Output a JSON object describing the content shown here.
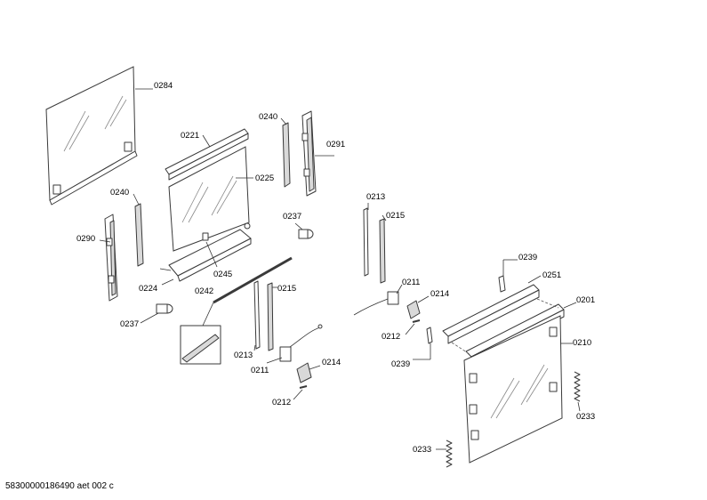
{
  "document_code": "58300000186490 aet 002 c",
  "labels": {
    "l0284": "0284",
    "l0221": "0221",
    "l0240a": "0240",
    "l0291": "0291",
    "l0225": "0225",
    "l0240b": "0240",
    "l0237a": "0237",
    "l0290": "0290",
    "l0245": "0245",
    "l0224": "0224",
    "l0242": "0242",
    "l0215a": "0215",
    "l0237b": "0237",
    "l0213a": "0213",
    "l0211a": "0211",
    "l0214a": "0214",
    "l0212a": "0212",
    "l0213b": "0213",
    "l0215b": "0215",
    "l0211b": "0211",
    "l0214b": "0214",
    "l0212b": "0212",
    "l0239a": "0239",
    "l0239b": "0239",
    "l0251": "0251",
    "l0201": "0201",
    "l0210": "0210",
    "l0233a": "0233",
    "l0233b": "0233"
  }
}
